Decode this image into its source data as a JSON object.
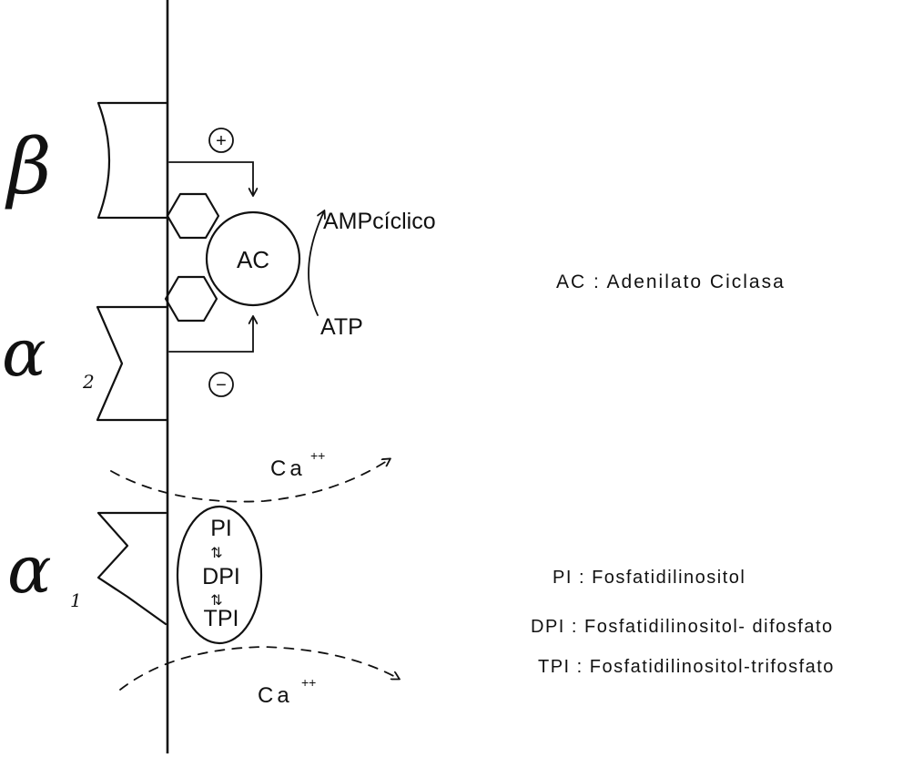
{
  "receptors": {
    "beta": "β",
    "alpha2": {
      "symbol": "α",
      "subscript": "2"
    },
    "alpha1": {
      "symbol": "α",
      "subscript": "1"
    }
  },
  "signals": {
    "plus": "+",
    "minus": "−"
  },
  "enzyme": {
    "label": "AC",
    "product": "AMPcíclico",
    "substrate": "ATP"
  },
  "calcium": {
    "top": {
      "base": "Ca",
      "charge": "++"
    },
    "bottom": {
      "base": "Ca",
      "charge": "++"
    }
  },
  "phospholipids": {
    "pi": "PI",
    "dpi": "DPI",
    "tpi": "TPI",
    "equilibrium": "⇅"
  },
  "legend": {
    "ac": "AC : Adenilato Ciclasa",
    "pi": "PI : Fosfatidilinositol",
    "dpi": "DPI : Fosfatidilinositol- difosfato",
    "tpi": "TPI : Fosfatidilinositol-trifosfato"
  }
}
